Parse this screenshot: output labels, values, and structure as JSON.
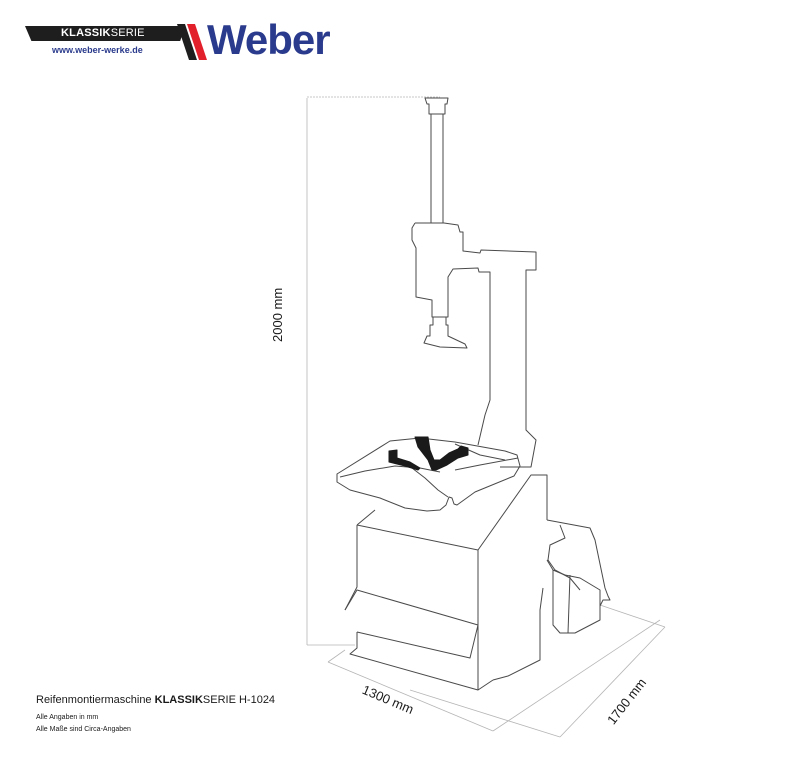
{
  "logo": {
    "series_bold": "KLASSIK",
    "series_regular": "SERIE",
    "url": "www.weber-werke.de",
    "brand": "Weber",
    "colors": {
      "brand_blue": "#2a3a8c",
      "bar_black": "#1e1e1e",
      "stripe_red": "#e2202c",
      "stripe_black": "#1e1e1e"
    }
  },
  "dimensions": {
    "height": "2000 mm",
    "width": "1300 mm",
    "depth": "1700 mm"
  },
  "caption": {
    "product_prefix": "Reifenmontiermaschine ",
    "product_series_bold": "KLASSIK",
    "product_series_rest": "SERIE H-1024",
    "notes": [
      "Alle Angaben in mm",
      "Alle Maße sind Circa-Angaben"
    ]
  },
  "drawing": {
    "subject": "tire-changer-machine",
    "line_color": "#4a4a4a",
    "dimension_line_color": "#b5b5b5",
    "fill_color": "#1a1a1a"
  }
}
